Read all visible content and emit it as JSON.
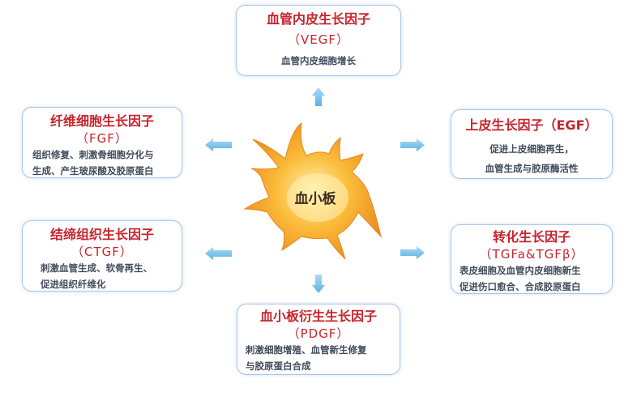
{
  "center": {
    "label": "血小板"
  },
  "factors": {
    "vegf": {
      "title": "血管内皮生长因子",
      "abbr": "（VEGF）",
      "desc": [
        "血管内皮细胞增长"
      ]
    },
    "fgf": {
      "title": "纤维细胞生长因子",
      "abbr": "（FGF）",
      "desc": [
        "组织修复、刺激骨细胞分化与",
        "生成、产生玻尿酸及胶原蛋白"
      ]
    },
    "egf": {
      "title": "上皮生长因子（EGF）",
      "abbr": "",
      "desc": [
        "促进上皮细胞再生，",
        "血管生成与胶原酶活性"
      ]
    },
    "ctgf": {
      "title": "结缔组织生长因子",
      "abbr": "（CTGF）",
      "desc": [
        "刺激血管生成、软骨再生、",
        "促进组织纤维化"
      ]
    },
    "tgf": {
      "title": "转化生长因子",
      "abbr": "（TGFa&TGFβ）",
      "desc": [
        "表皮细胞及血管内皮细胞新生",
        "促进伤口愈合、合成胶原蛋白"
      ]
    },
    "pdgf": {
      "title": "血小板衍生生长因子",
      "abbr": "（PDGF）",
      "desc": [
        "刺激细胞增殖、血管新生修复",
        "与胶原蛋白合成"
      ]
    }
  },
  "colors": {
    "title": "#c8232c",
    "arrow": "#7ec3ea",
    "border": "#a9c6e6",
    "platelet": "#f5a21a"
  }
}
